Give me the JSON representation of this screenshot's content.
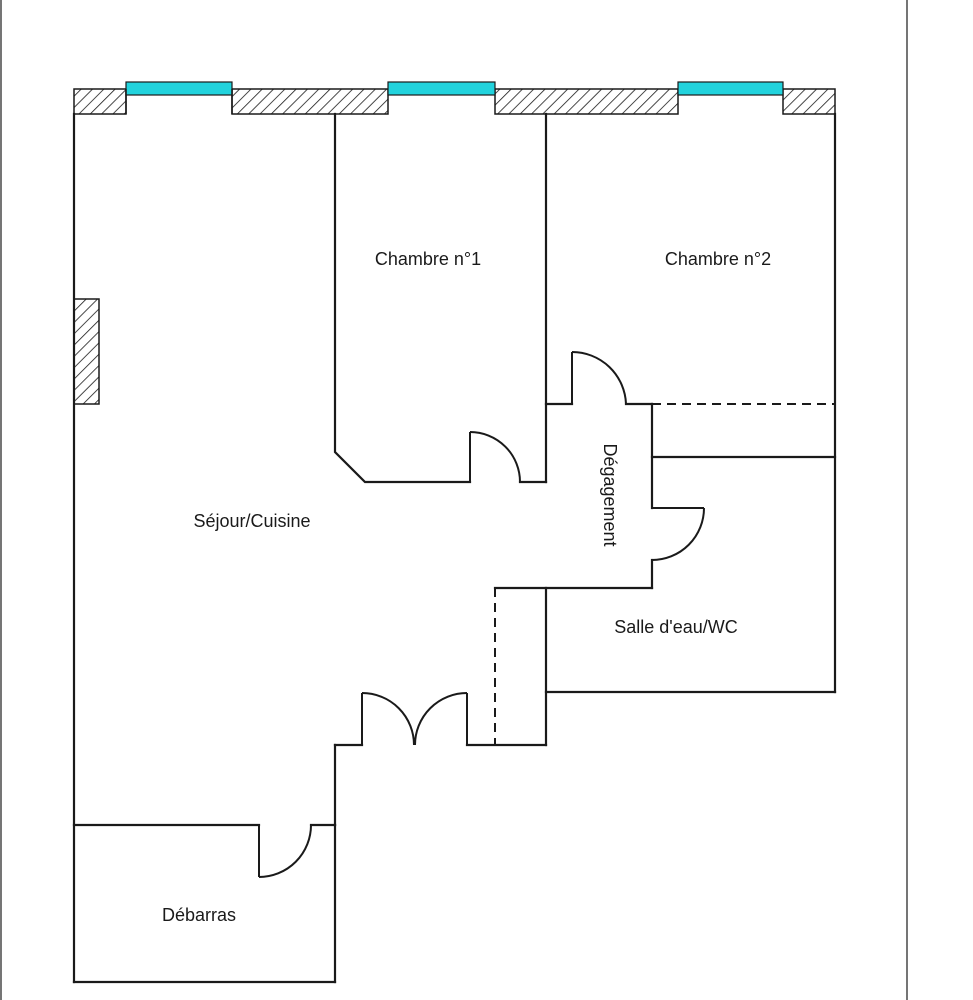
{
  "rooms": {
    "chambre1": "Chambre n°1",
    "chambre2": "Chambre n°2",
    "degagement": "Dégagement",
    "sejour": "Séjour/Cuisine",
    "salle_eau": "Salle d'eau/WC",
    "debarras": "Débarras"
  },
  "colors": {
    "wall": "#1a1a1a",
    "window": "#22d3dd",
    "background": "#ffffff"
  }
}
